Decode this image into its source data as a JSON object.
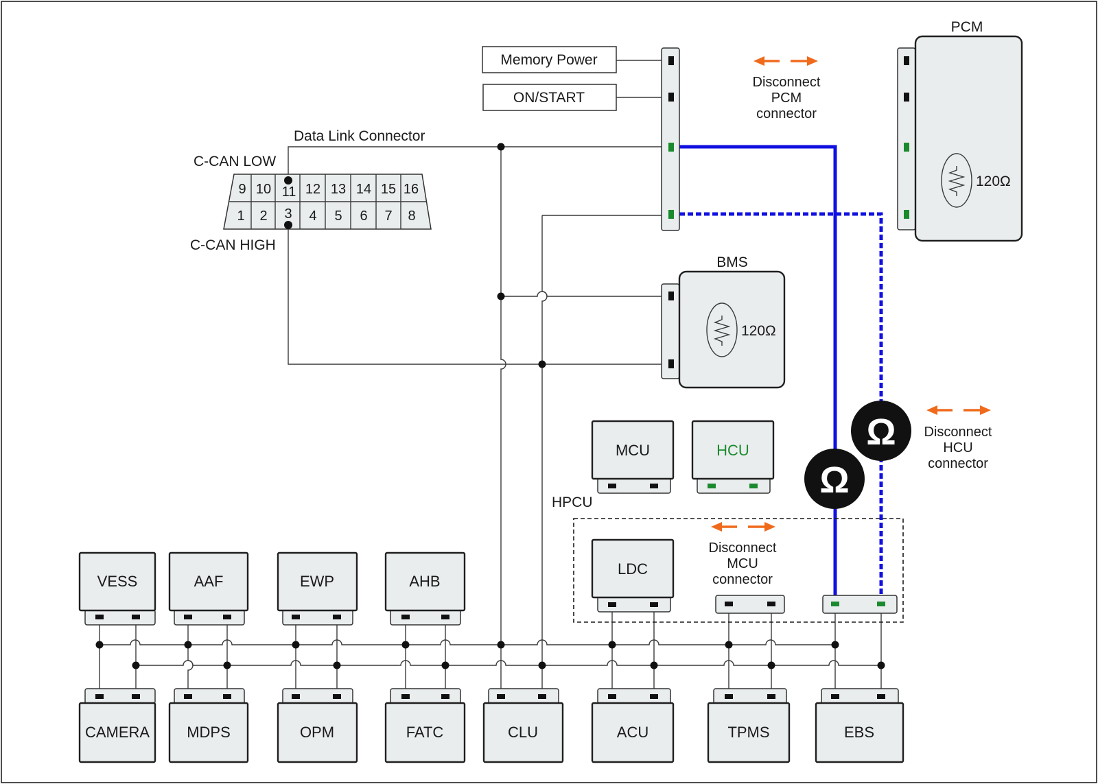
{
  "labels": {
    "memory_power": "Memory Power",
    "on_start": "ON/START",
    "data_link_connector": "Data Link Connector",
    "c_can_low": "C-CAN LOW",
    "c_can_high": "C-CAN HIGH",
    "pcm": "PCM",
    "bms": "BMS",
    "hpcu": "HPCU",
    "resistor_pcm": "120Ω",
    "resistor_bms": "120Ω",
    "ohm_symbol_1": "Ω",
    "ohm_symbol_2": "Ω"
  },
  "dlc_pins": {
    "top_row": [
      "9",
      "10",
      "11",
      "12",
      "13",
      "14",
      "15",
      "16"
    ],
    "bottom_row": [
      "1",
      "2",
      "3",
      "4",
      "5",
      "6",
      "7",
      "8"
    ]
  },
  "notes": {
    "pcm": [
      "Disconnect",
      "PCM",
      "connector"
    ],
    "hcu": [
      "Disconnect",
      "HCU",
      "connector"
    ],
    "mcu": [
      "Disconnect",
      "MCU",
      "connector"
    ]
  },
  "modules": {
    "mcu": "MCU",
    "hcu": "HCU",
    "ldc": "LDC",
    "top_row": [
      "VESS",
      "AAF",
      "EWP",
      "AHB"
    ],
    "bottom_row": [
      "CAMERA",
      "MDPS",
      "OPM",
      "FATC",
      "CLU",
      "ACU",
      "TPMS",
      "EBS"
    ]
  },
  "colors": {
    "can_line": "#1010e0",
    "arrow": "#f06a1c",
    "pin_active": "#1b8a2e",
    "hcu_text": "#1b8a2e",
    "box_fill": "#e9eded"
  }
}
